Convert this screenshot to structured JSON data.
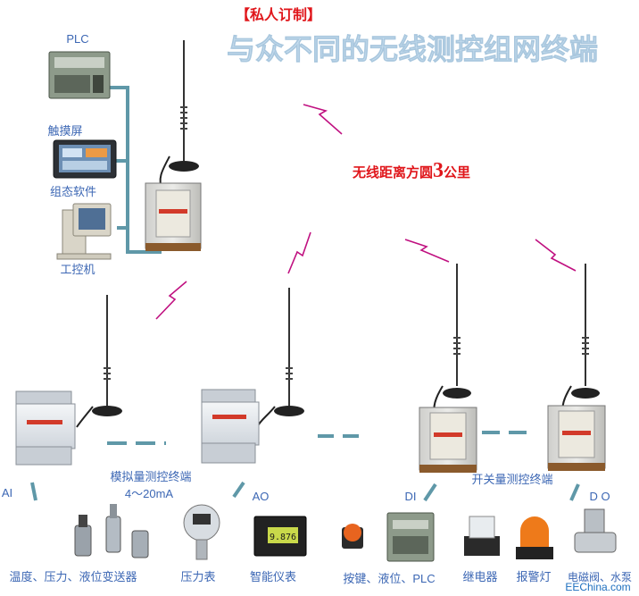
{
  "header": {
    "tag": "【私人订制】",
    "title": "与众不同的无线测控组网终端"
  },
  "range_label": {
    "prefix": "无线距离方圆",
    "number": "3",
    "suffix": "公里"
  },
  "left_devices": {
    "plc": "PLC",
    "touch_screen": "触摸屏",
    "config_software": "组态软件",
    "industrial_pc": "工控机"
  },
  "terminals": {
    "analog_label": "模拟量测控终端",
    "analog_range": "4～20mA",
    "switch_label": "开关量测控终端"
  },
  "channels": {
    "ai": "AI",
    "ao": "AO",
    "di": "DI",
    "do": "D O"
  },
  "field_devices": {
    "transmitters": "温度、压力、液位变送器",
    "pressure_gauge": "压力表",
    "smart_meter": "智能仪表",
    "meter_reading": "9.876",
    "buttons_plc": "按键、液位、PLC",
    "relay": "继电器",
    "alarm_lamp": "报警灯",
    "valve_pump": "电磁阀、水泵"
  },
  "watermark": "EEChina.com",
  "colors": {
    "title_blue": "#c9dff0",
    "tag_red": "#e0161b",
    "line_teal": "#5f98a8",
    "label_blue": "#3c67b4",
    "bolt_magenta": "#c01080"
  }
}
